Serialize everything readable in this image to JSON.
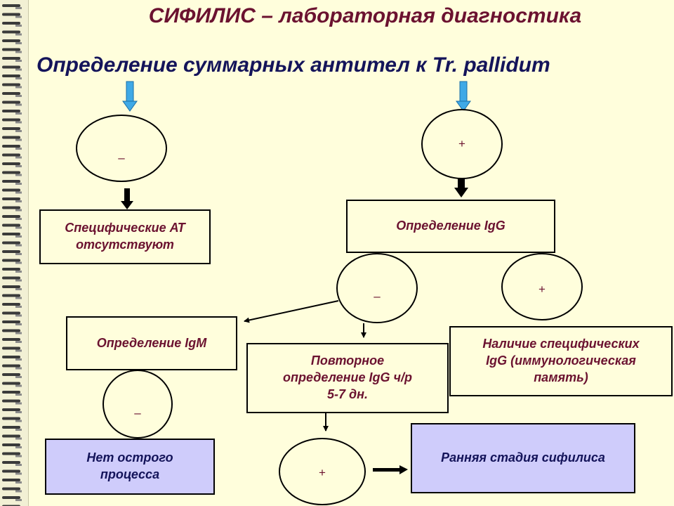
{
  "title": "СИФИЛИС – лабораторная диагностика",
  "subtitle": "Определение суммарных антител к Tr. pallidum",
  "nodes": {
    "circle_neg_left": "–",
    "circle_pos_right": "+",
    "specific_at_absent": [
      "Специфические АТ",
      "отсутствуют"
    ],
    "igg_test": "Определение IgG",
    "circle_igg_neg": "–",
    "circle_igg_pos": "+",
    "igm_test": "Определение IgM",
    "repeat_igg": [
      "Повторное",
      "определение IgG ч/р",
      "5-7 дн."
    ],
    "igg_presence": [
      "Наличие специфических",
      "IgG (иммунологическая",
      "память)"
    ],
    "circle_igm_neg": "–",
    "no_acute_process": [
      "Нет острого",
      "процесса"
    ],
    "circle_repeat_pos": "+",
    "early_stage": "Ранняя стадия сифилиса"
  },
  "colors": {
    "background": "#FFFEDC",
    "title": "#6B1230",
    "subtitle": "#14145A",
    "highlight_box": "#CFCCFB",
    "arrow_blue": "#3FA9E6"
  },
  "icons": {
    "binding": "spiral-binding-icon"
  }
}
